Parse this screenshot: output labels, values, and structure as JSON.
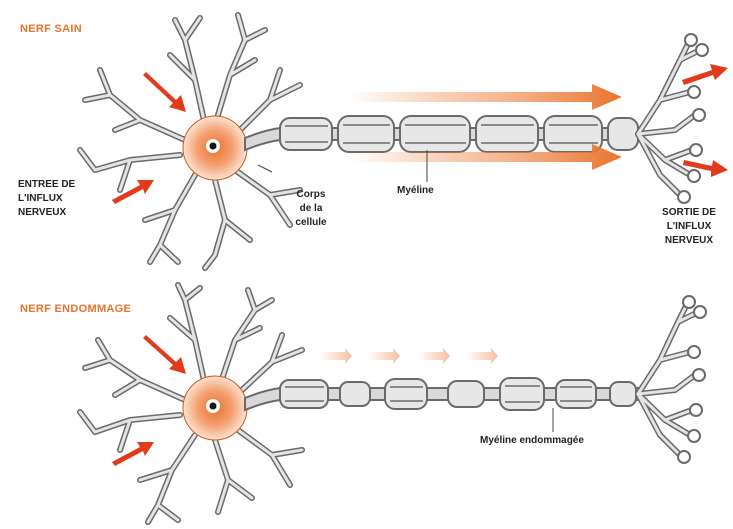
{
  "colors": {
    "accent": "#e8732c",
    "arrow": "#e23a1b",
    "outline": "#6a6a6a",
    "fill": "#d9d9d9",
    "text": "#222222"
  },
  "healthy": {
    "title": "NERF SAIN",
    "input_label": "ENTREE DE\nL'INFLUX\nNERVEUX",
    "cell_body_label": "Corps\nde la\ncellule",
    "myelin_label": "Myéline",
    "output_label": "SORTIE DE\nL'INFLUX\nNERVEUX"
  },
  "damaged": {
    "title": "NERF ENDOMMAGE",
    "myelin_label": "Myéline endommagée"
  }
}
